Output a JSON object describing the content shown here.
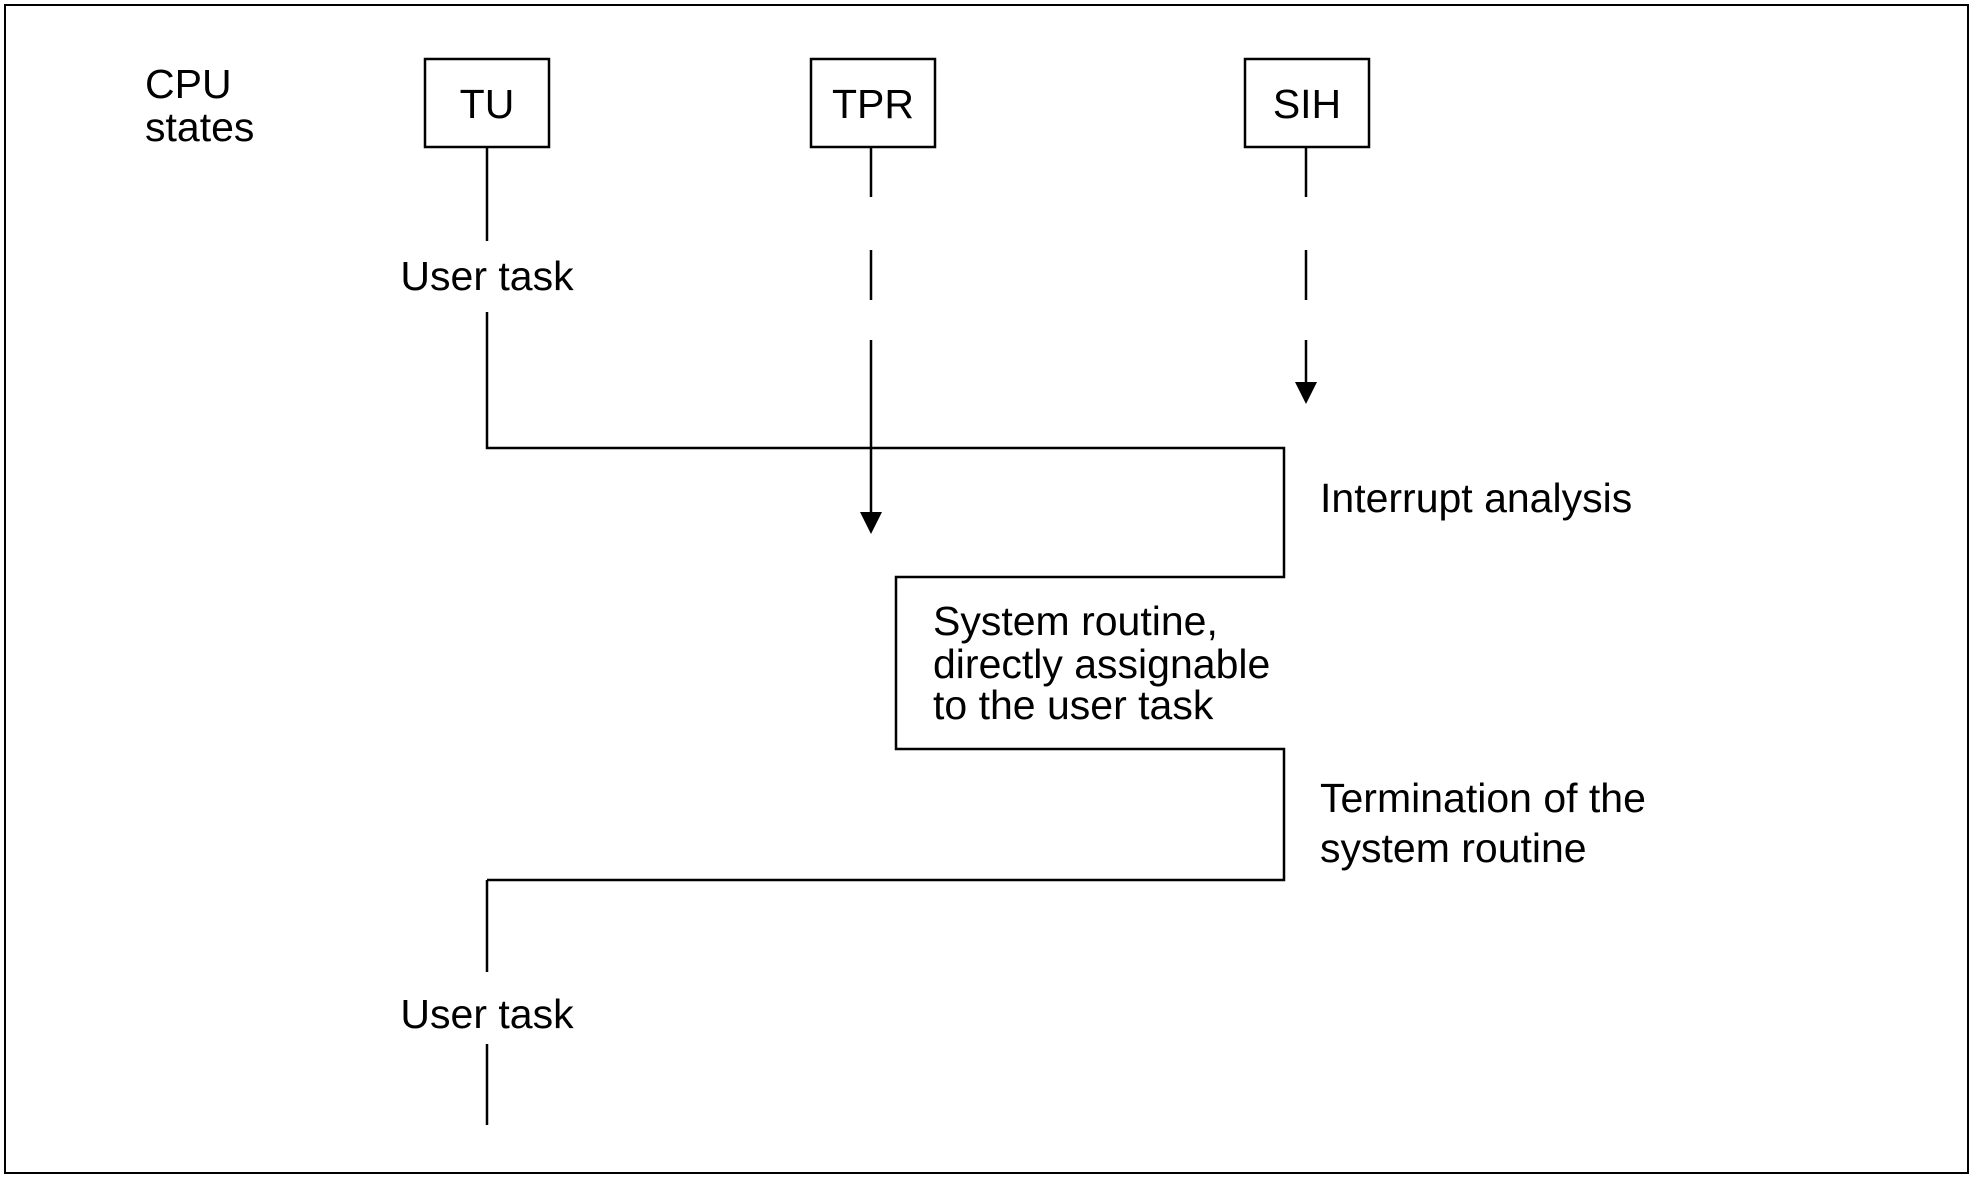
{
  "diagram": {
    "cpu_states_label": [
      "CPU",
      "states"
    ],
    "states": {
      "tu": "TU",
      "tpr": "TPR",
      "sih": "SIH"
    },
    "user_task_top": "User task",
    "interrupt_analysis": "Interrupt analysis",
    "system_routine": [
      "System routine,",
      "directly assignable",
      "to the user task"
    ],
    "termination": [
      "Termination of the",
      "system routine"
    ],
    "user_task_bottom": "User task"
  }
}
